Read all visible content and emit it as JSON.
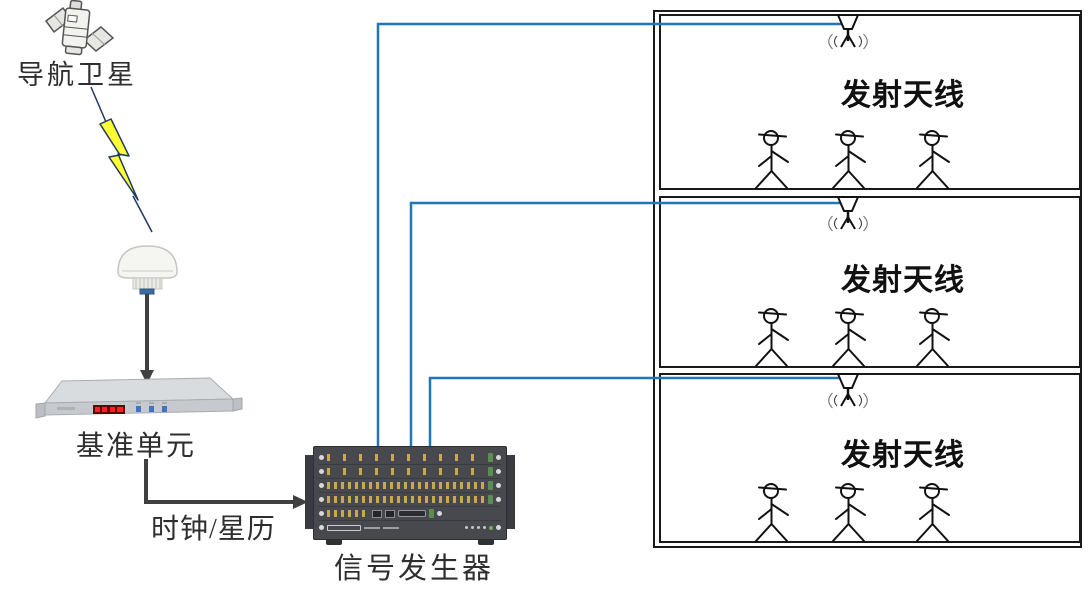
{
  "nodes": {
    "satellite": {
      "label": "导航卫星",
      "icon": "satellite-icon"
    },
    "gnss_antenna": {
      "icon": "gnss-dome-antenna-icon"
    },
    "reference_unit": {
      "label": "基准单元",
      "icon": "reference-unit-device"
    },
    "clock_link": {
      "label": "时钟/星历",
      "icon": "elbow-arrow-icon"
    },
    "signal_generator": {
      "label": "信号发生器",
      "icon": "signal-generator-device"
    }
  },
  "rooms": [
    {
      "label": "发射天线",
      "antenna_icon": "transmit-antenna-icon",
      "people_count": 3
    },
    {
      "label": "发射天线",
      "antenna_icon": "transmit-antenna-icon",
      "people_count": 3
    },
    {
      "label": "发射天线",
      "antenna_icon": "transmit-antenna-icon",
      "people_count": 3
    }
  ],
  "colors": {
    "link_blue": "#2077b8",
    "lightning_fill": "#ffff33",
    "lightning_outline": "#1f3864",
    "arrow_gray": "#404040",
    "room_border": "#1a1a1a",
    "chassis_dark": "#47494e",
    "connector_gold": "#c9a94e",
    "led_red": "#ff2020"
  }
}
